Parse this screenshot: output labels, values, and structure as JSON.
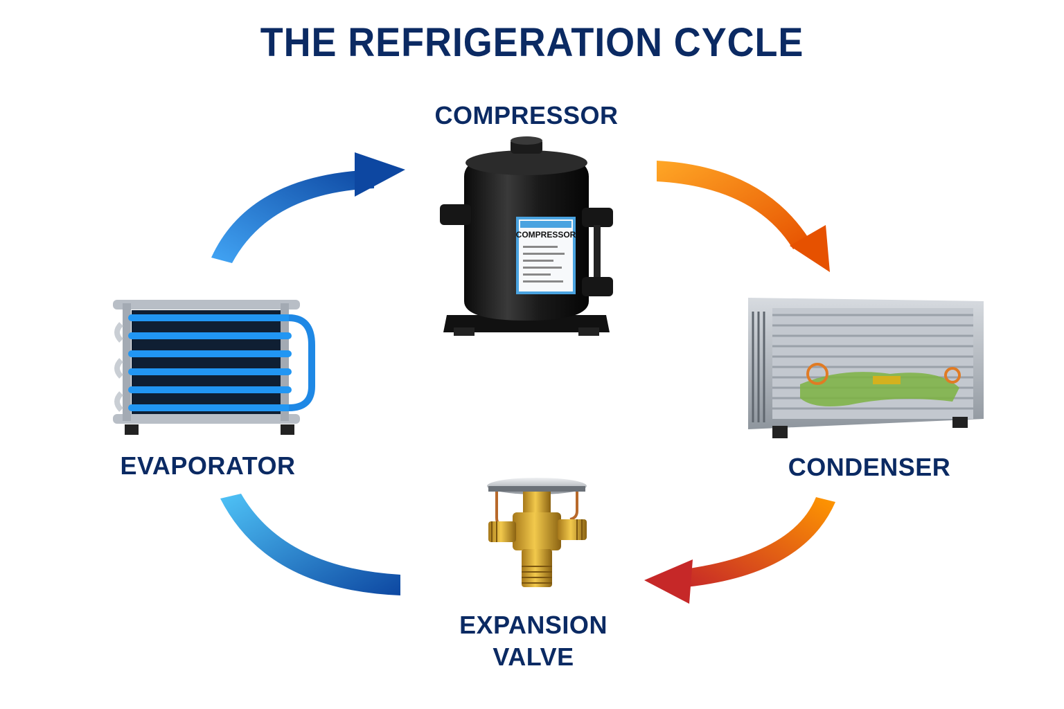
{
  "title": "THE REFRIGERATION CYCLE",
  "components": {
    "compressor": {
      "label": "COMPRESSOR",
      "nameplate_text": "COMPRESSOR"
    },
    "condenser": {
      "label": "CONDENSER"
    },
    "expansion_valve": {
      "label_line1": "EXPANSION",
      "label_line2": "VALVE"
    },
    "evaporator": {
      "label": "EVAPORATOR"
    }
  },
  "flow": [
    {
      "from": "evaporator",
      "to": "compressor",
      "color": "#1565c0"
    },
    {
      "from": "compressor",
      "to": "condenser",
      "color": "#f57c00"
    },
    {
      "from": "condenser",
      "to": "expansion_valve",
      "color": "#e53935"
    },
    {
      "from": "expansion_valve",
      "to": "evaporator",
      "color": "#1e88e5"
    }
  ],
  "colors": {
    "title": "#0b2a63",
    "cold": "#1565c0",
    "hot": "#e53935",
    "warm": "#f57c00"
  }
}
